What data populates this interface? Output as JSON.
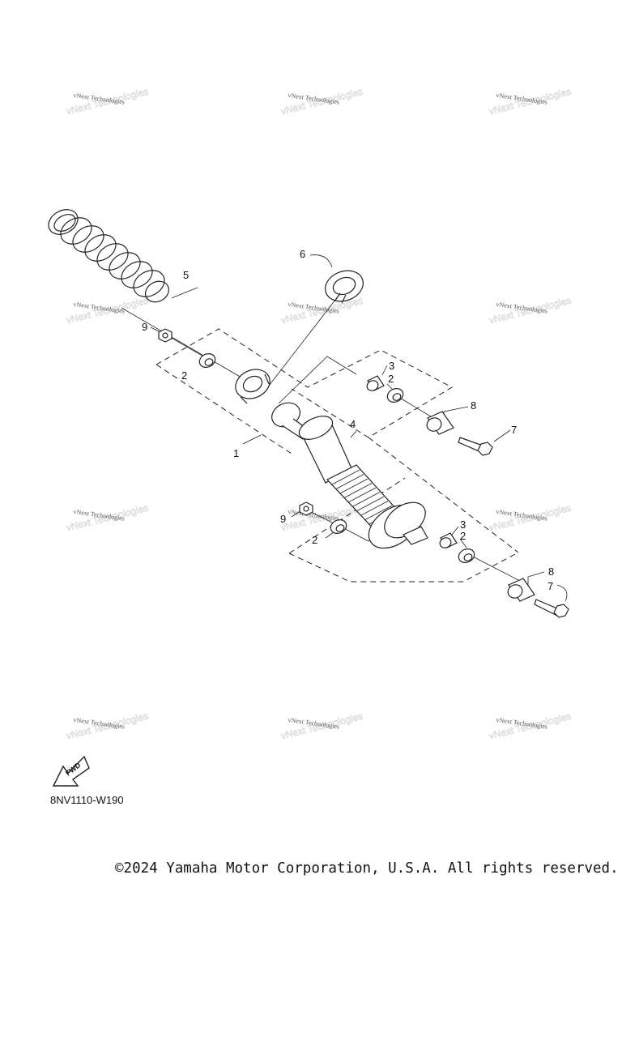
{
  "watermark_text": "vNext Technologies",
  "fwd_label": "FWD",
  "part_code": "8NV1110-W190",
  "copyright": "©2024 Yamaha Motor Corporation, U.S.A. All rights reserved.",
  "callouts": {
    "c1": "1",
    "c2a": "2",
    "c2b": "2",
    "c2c": "2",
    "c2d": "2",
    "c3a": "3",
    "c3b": "3",
    "c4": "4",
    "c5": "5",
    "c6": "6",
    "c7a": "7",
    "c7b": "7",
    "c8a": "8",
    "c8b": "8",
    "c9a": "9",
    "c9b": "9"
  },
  "icons": {
    "fwd_arrow": "forward-direction-arrow-icon"
  }
}
